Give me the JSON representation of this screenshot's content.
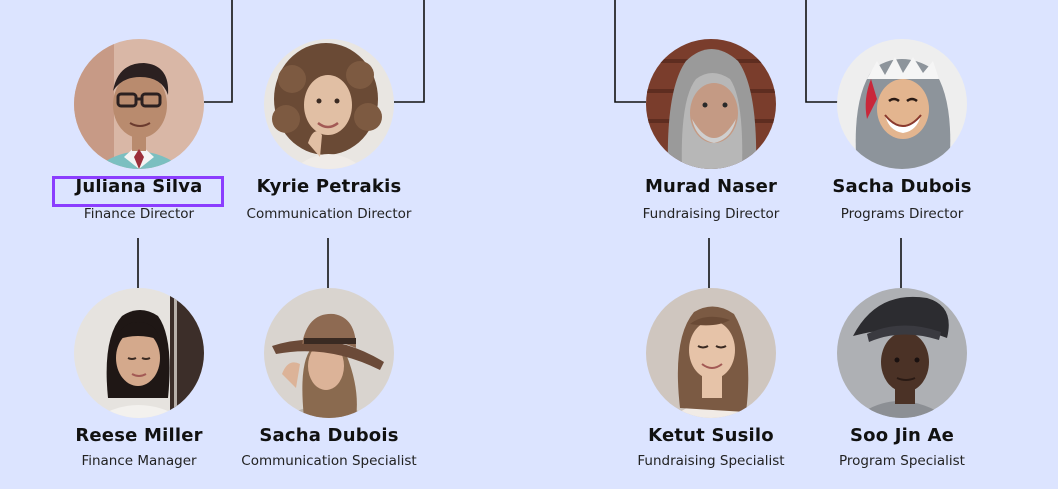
{
  "people": [
    {
      "name": "Juliana Silva",
      "role": "Finance Director",
      "skin": "#b98b6e",
      "hair": "#2b2020",
      "bg": "#d9b7a6",
      "clothes": "#7bbfc0"
    },
    {
      "name": "Kyrie Petrakis",
      "role": "Communication Director",
      "skin": "#e1bfa4",
      "hair": "#6a4a35",
      "bg": "#e9e6e2",
      "clothes": "#f0ece8"
    },
    {
      "name": "Murad Naser",
      "role": "Fundraising Director",
      "skin": "#c49a84",
      "hair": "#a9a9a9",
      "bg": "#7a3d2c",
      "clothes": "#9a9a9a"
    },
    {
      "name": "Sacha Dubois",
      "role": "Programs Director",
      "skin": "#e3b58f",
      "hair": "#3a2418",
      "bg": "#eeeeee",
      "clothes": "#8d949b"
    },
    {
      "name": "Reese Miller",
      "role": "Finance Manager",
      "skin": "#d4a98c",
      "hair": "#1f1715",
      "bg": "#e6e3df",
      "clothes": "#f3f1ee"
    },
    {
      "name": "Sacha Dubois",
      "role": "Communication Specialist",
      "skin": "#dcb398",
      "hair": "#8a6a4f",
      "bg": "#d9d4cf",
      "clothes": "#b9b3ad"
    },
    {
      "name": "Ketut Susilo",
      "role": "Fundraising Specialist",
      "skin": "#e6c3a8",
      "hair": "#7b5a43",
      "bg": "#cfc6bf",
      "clothes": "#f1ebe6"
    },
    {
      "name": "Soo Jin Ae",
      "role": "Program Specialist",
      "skin": "#4b3226",
      "hair": "#2c2c30",
      "bg": "#aeb0b4",
      "clothes": "#8c8f94"
    }
  ]
}
